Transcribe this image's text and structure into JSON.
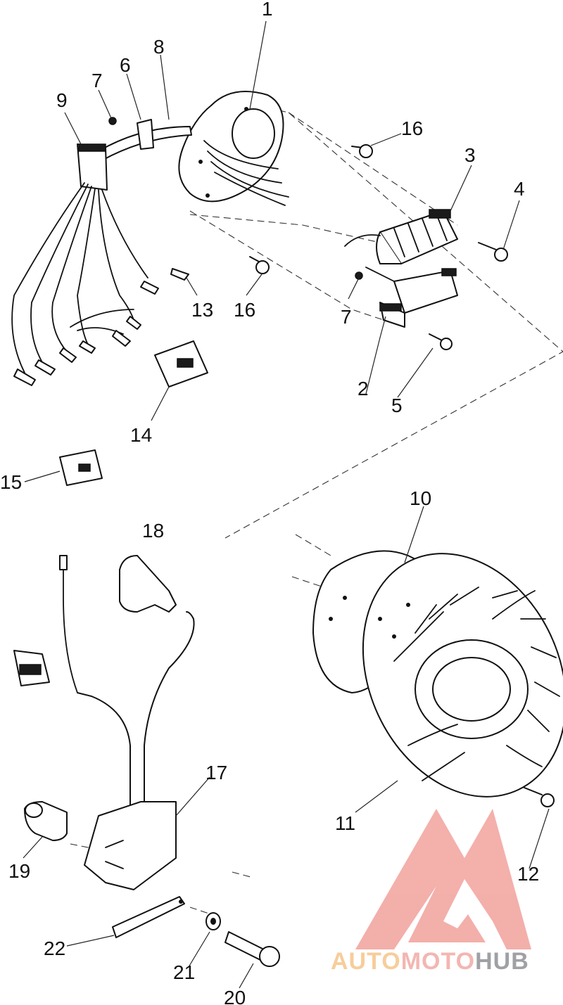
{
  "callouts": {
    "c1": "1",
    "c2": "2",
    "c3": "3",
    "c4": "4",
    "c5": "5",
    "c6": "6",
    "c7a": "7",
    "c7b": "7",
    "c8": "8",
    "c9": "9",
    "c10": "10",
    "c11": "11",
    "c12": "12",
    "c13": "13",
    "c14": "14",
    "c15": "15",
    "c16a": "16",
    "c16b": "16",
    "c17": "17",
    "c18": "18",
    "c19": "19",
    "c20": "20",
    "c21": "21",
    "c22": "22"
  },
  "watermark": {
    "brand_auto": "AUTO",
    "brand_moto": "MOTO",
    "brand_hub": "HUB",
    "colors": {
      "auto": "#f6c58a",
      "moto": "#f2aaa4",
      "hub": "#8f9196",
      "triangle": "#f2a29c"
    }
  }
}
